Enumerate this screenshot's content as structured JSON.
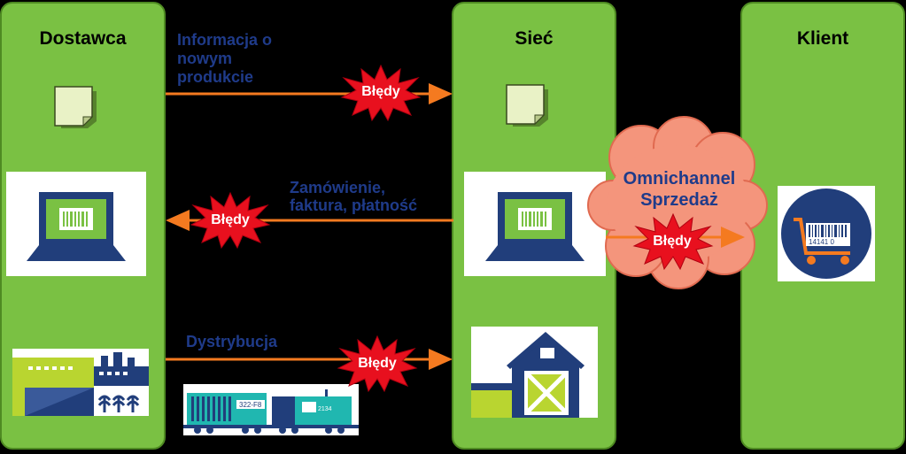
{
  "columns": {
    "supplier": "Dostawca",
    "network": "Sieć",
    "client": "Klient"
  },
  "flows": {
    "product_info": [
      "Informacja o",
      "nowym",
      "produkcie"
    ],
    "order": [
      "Zamówienie,",
      "faktura, płatność"
    ],
    "distribution": "Dystrybucja"
  },
  "errors": {
    "label": "Błędy"
  },
  "cloud": {
    "lines": [
      "Omnichannel",
      "Sprzedaż"
    ]
  },
  "icons": {
    "barcode_digits": "14141 0",
    "container_code": "322-F8",
    "locomotive_code": "2134"
  },
  "colors": {
    "panel": "#7ac143",
    "arrow": "#f47a20",
    "label_text": "#1f3b8a",
    "burst": "#e8101e",
    "navy": "#213e7b",
    "teal": "#20b7b0",
    "cloud": "#f4957c"
  }
}
